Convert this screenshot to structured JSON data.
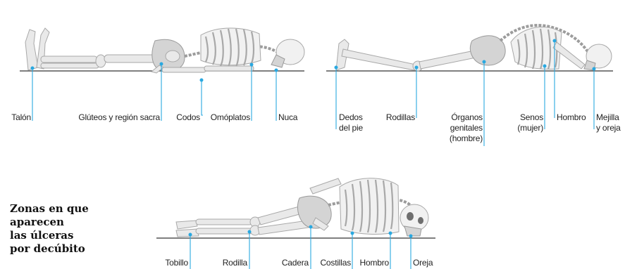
{
  "panels": {
    "supine": {
      "labels": {
        "heel": "Talón",
        "buttocks": "Glúteos y región sacra",
        "elbows": "Codos",
        "shoulder_blades": "Omóplatos",
        "nape": "Nuca"
      }
    },
    "prone": {
      "labels": {
        "toes_line1": "Dedos",
        "toes_line2": "del pie",
        "knees": "Rodillas",
        "genitals_line1": "Órganos",
        "genitals_line2": "genitales",
        "genitals_line3": "(hombre)",
        "breasts_line1": "Senos",
        "breasts_line2": "(mujer)",
        "shoulder": "Hombro",
        "cheek_line1": "Mejilla",
        "cheek_line2": "y oreja"
      }
    },
    "lateral": {
      "labels": {
        "ankle": "Tobillo",
        "knee": "Rodilla",
        "hip": "Cadera",
        "ribs": "Costillas",
        "shoulder": "Hombro",
        "ear": "Oreja"
      }
    }
  },
  "caption": {
    "line1": "Zonas en que",
    "line2": "aparecen",
    "line3": "las úlceras",
    "line4": "por decúbito"
  },
  "colors": {
    "pointer": "#29a8e0",
    "bone": "#e9e9e9",
    "ground": "#333333"
  }
}
